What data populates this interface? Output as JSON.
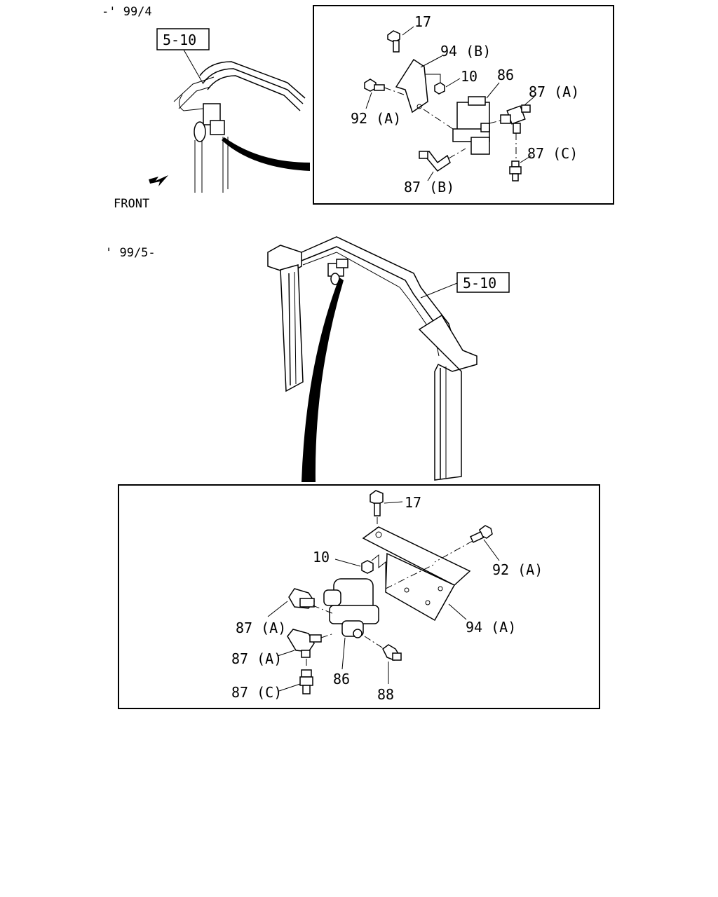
{
  "period_top": "-' 99/4",
  "period_bottom": "' 99/5-",
  "ref_top": "5-10",
  "ref_bottom": "5-10",
  "front_label": "FRONT",
  "top_detail": {
    "p17": "17",
    "p94b": "94 (B)",
    "p10": "10",
    "p86": "86",
    "p87a": "87 (A)",
    "p92a": "92 (A)",
    "p87c": "87 (C)",
    "p87b": "87 (B)"
  },
  "bottom_detail": {
    "p17": "17",
    "p10": "10",
    "p92a": "92 (A)",
    "p87a_1": "87 (A)",
    "p94a": "94 (A)",
    "p87a_2": "87 (A)",
    "p86": "86",
    "p87c": "87 (C)",
    "p88": "88"
  }
}
